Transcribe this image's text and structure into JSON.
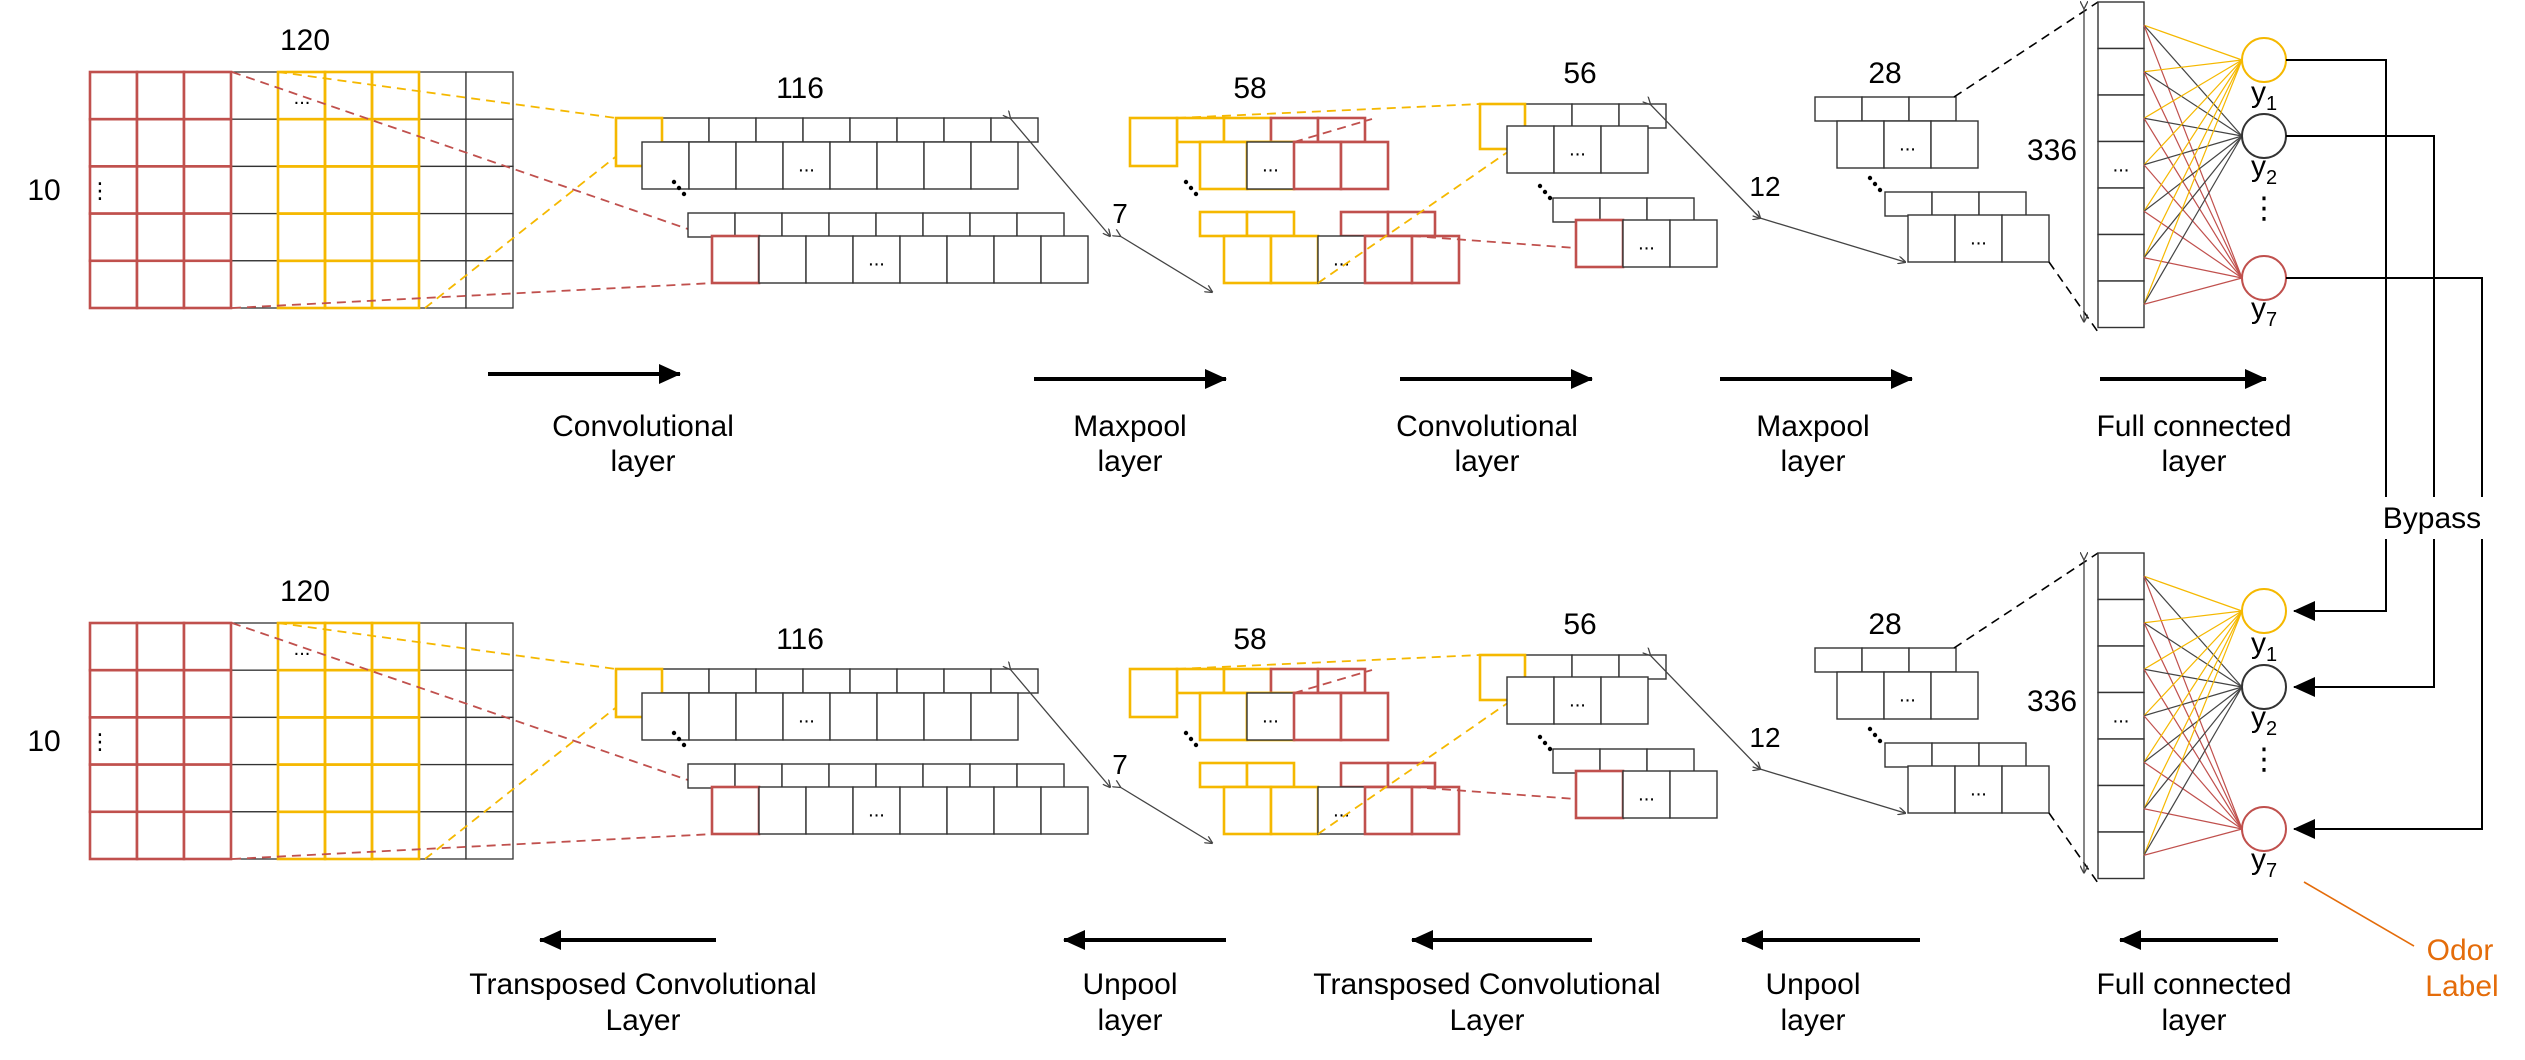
{
  "colors": {
    "red": "#c0504d",
    "gold": "#f5b800",
    "line": "#333333",
    "dark": "#000000",
    "orange": "#e46c0a",
    "grey": "#555555"
  },
  "labels": {
    "in_width": "120",
    "in_height": "10",
    "conv_width": "116",
    "conv_depth": "7",
    "pool_width": "58",
    "conv2_width": "56",
    "conv2_depth": "12",
    "pool2_width": "28",
    "fc_size": "336",
    "ellipsis": "...",
    "vdots": "⋮",
    "y1_base": "y",
    "y1_sub": "1",
    "y2_base": "y",
    "y2_sub": "2",
    "y7_base": "y",
    "y7_sub": "7",
    "bypass": "Bypass",
    "odor_1": "Odor",
    "odor_2": "Label"
  },
  "encoder_steps": [
    [
      "Convolutional",
      "layer"
    ],
    [
      "Maxpool",
      "layer"
    ],
    [
      "Convolutional",
      "layer"
    ],
    [
      "Maxpool",
      "layer"
    ],
    [
      "Full connected",
      "layer"
    ]
  ],
  "decoder_steps": [
    [
      "Transposed Convolutional",
      "Layer"
    ],
    [
      "Unpool",
      "layer"
    ],
    [
      "Transposed Convolutional",
      "Layer"
    ],
    [
      "Unpool",
      "layer"
    ],
    [
      "Full connected",
      "layer"
    ]
  ]
}
